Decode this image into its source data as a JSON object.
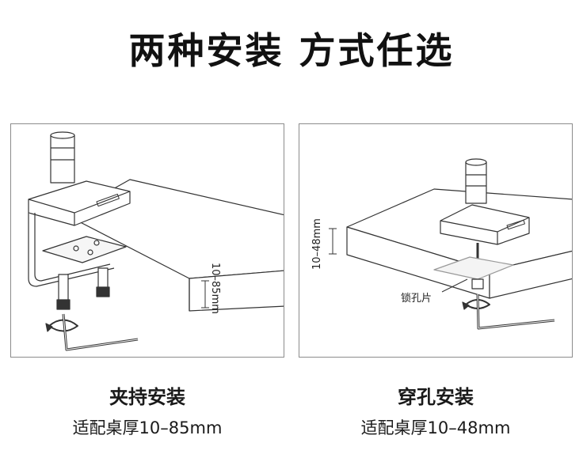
{
  "headline": "两种安装 方式任选",
  "clamp": {
    "title": "夹持安装",
    "subtitle": "适配桌厚10–85mm",
    "dimension_label": "10–85mm"
  },
  "grommet": {
    "title": "穿孔安装",
    "subtitle": "适配桌厚10–48mm",
    "dimension_label": "10–48mm",
    "plate_label": "锁孔片"
  }
}
